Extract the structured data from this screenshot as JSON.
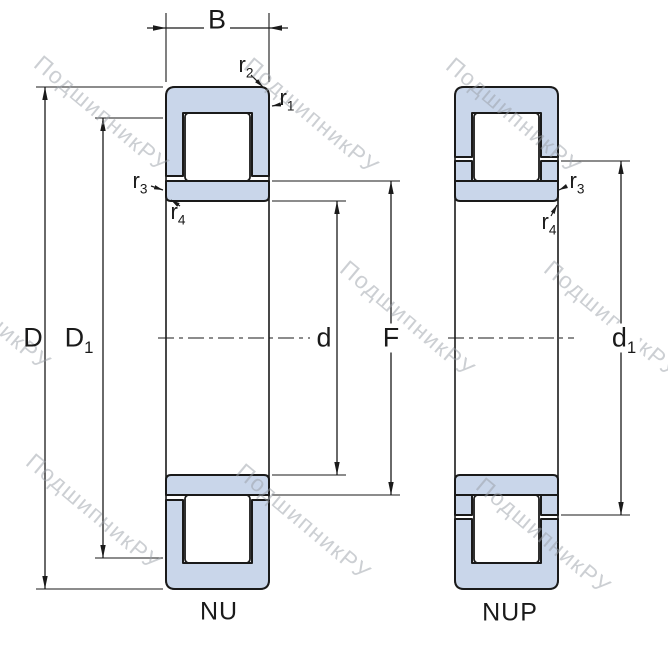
{
  "watermark": {
    "text": "ПодшипникРУ"
  },
  "labels": {
    "B": "B",
    "D": "D",
    "D1": {
      "base": "D",
      "sub": "1"
    },
    "d": "d",
    "F": "F",
    "d1": {
      "base": "d",
      "sub": "1"
    },
    "r1": {
      "base": "r",
      "sub": "1"
    },
    "r2": {
      "base": "r",
      "sub": "2"
    },
    "r3": {
      "base": "r",
      "sub": "3"
    },
    "r4": {
      "base": "r",
      "sub": "4"
    }
  },
  "bearing_types": {
    "left": "NU",
    "right": "NUP"
  },
  "colors": {
    "ring_fill": "#c9d6ea",
    "line": "#1a1a1a",
    "watermark": "#9aa0a8"
  }
}
